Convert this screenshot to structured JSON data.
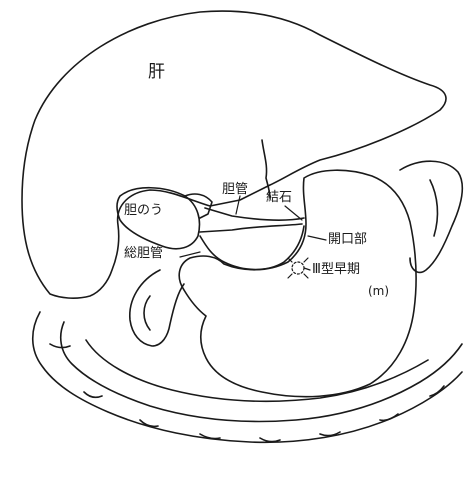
{
  "labels": {
    "liver": "肝",
    "gallbladder": "胆のう",
    "bile_duct": "胆管",
    "stone": "結石",
    "common_bile_duct": "総胆管",
    "orifice": "開口部",
    "early_type": "Ⅲ型早期",
    "depth": "(m)"
  },
  "colors": {
    "ink": "#1a1a1a",
    "background": "#ffffff"
  }
}
